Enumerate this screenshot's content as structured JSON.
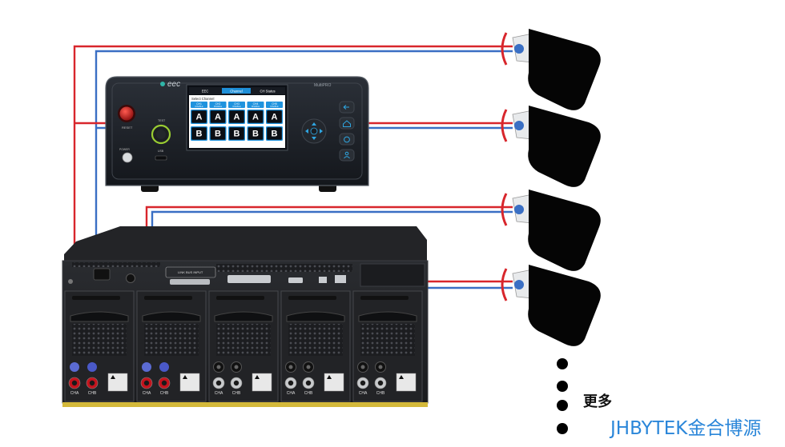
{
  "unit": {
    "brand": "eec",
    "model": "MultiPRO",
    "reset_label": "RESET",
    "test_label": "TEST",
    "power_label": "POWER",
    "usb_label": "USB",
    "screen": {
      "tabs": [
        "EEC",
        "Channel",
        "CH Status"
      ],
      "active_tab": 1,
      "header": "Select Channel",
      "channels": [
        {
          "name": "CH1",
          "sub": "DISABLE"
        },
        {
          "name": "CH2",
          "sub": "DISABLE"
        },
        {
          "name": "CH3",
          "sub": "DISABLE"
        },
        {
          "name": "CH4",
          "sub": "DISABLE"
        },
        {
          "name": "CH5",
          "sub": "DISABLE"
        }
      ],
      "row_a": "A",
      "row_b": "B"
    }
  },
  "chassis": {
    "link_bus_label": "LINK BUS INPUT",
    "module_port_labels": [
      "CHA",
      "CHB"
    ],
    "module_count": 5
  },
  "more_label": "更多",
  "brand_text": "JHBYTEK金合博源",
  "colors": {
    "red_wire": "#d8262c",
    "blue_wire": "#3a6fc4",
    "brand": "#2a86d9"
  }
}
